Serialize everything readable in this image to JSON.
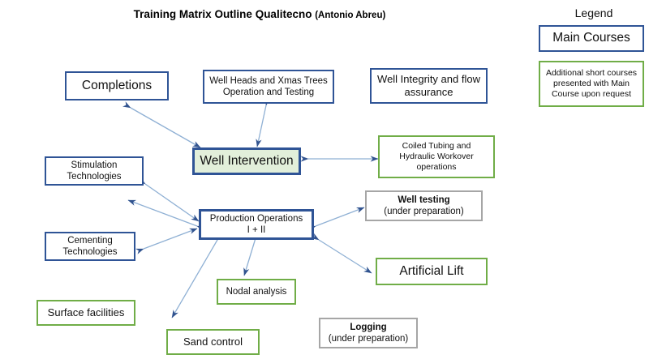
{
  "title": {
    "main": "Training Matrix  Outline Qualitecno",
    "author": "(Antonio Abreu)"
  },
  "legend": {
    "heading": "Legend",
    "main_courses_label": "Main Courses",
    "additional_label": "Additional short courses presented with Main Course upon request"
  },
  "colors": {
    "main_course_border": "#2f5496",
    "additional_course_border": "#70ad47",
    "under_preparation_border": "#a6a6a6",
    "hub_fill": "#e2efda",
    "arrow": "#4f7ab0",
    "text": "#111111"
  },
  "nodes": {
    "completions": {
      "label": "Completions",
      "type": "main-course"
    },
    "well_heads": {
      "label": "Well Heads and Xmas Trees Operation and Testing",
      "line1": "Well Heads and Xmas Trees",
      "line2": "Operation and Testing",
      "type": "main-course"
    },
    "well_integrity": {
      "label": "Well Integrity and flow assurance",
      "line1": "Well Integrity and flow",
      "line2": "assurance",
      "type": "main-course"
    },
    "well_intervention": {
      "label": "Well Intervention",
      "type": "main-course-hub"
    },
    "coiled_tubing": {
      "label": "Coiled Tubing and Hydraulic Workover operations",
      "line1": "Coiled Tubing and",
      "line2": "Hydraulic Workover",
      "line3": "operations",
      "type": "additional-course"
    },
    "stimulation": {
      "label": "Stimulation Technologies",
      "line1": "Stimulation",
      "line2": "Technologies",
      "type": "main-course"
    },
    "cementing": {
      "label": "Cementing Technologies",
      "line1": "Cementing",
      "line2": "Technologies",
      "type": "main-course"
    },
    "production_operations": {
      "label": "Production Operations I + II",
      "line1": "Production Operations",
      "line2": "I + II",
      "type": "main-course-hub"
    },
    "well_testing": {
      "label": "Well testing",
      "sub": "(under preparation)",
      "type": "under-preparation"
    },
    "artificial_lift": {
      "label": "Artificial Lift",
      "type": "additional-course"
    },
    "nodal_analysis": {
      "label": "Nodal analysis",
      "type": "additional-course"
    },
    "surface_facilities": {
      "label": "Surface facilities",
      "type": "additional-course"
    },
    "sand_control": {
      "label": "Sand control",
      "type": "additional-course"
    },
    "logging": {
      "label": "Logging",
      "sub": "(under preparation)",
      "type": "under-preparation"
    }
  }
}
